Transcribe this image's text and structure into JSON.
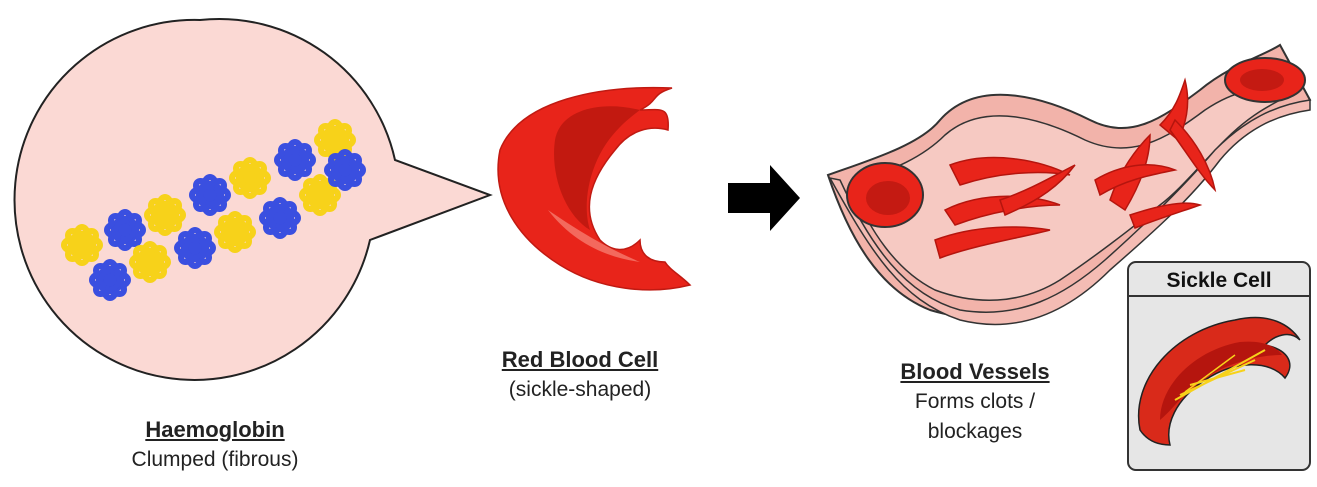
{
  "panels": {
    "haemoglobin": {
      "title": "Haemoglobin",
      "subtitle": "Clumped (fibrous)"
    },
    "red_blood_cell": {
      "title": "Red Blood Cell",
      "subtitle": "(sickle-shaped)"
    },
    "blood_vessels": {
      "title": "Blood Vessels",
      "subtitle_line1": "Forms clots /",
      "subtitle_line2": "blockages"
    }
  },
  "inset": {
    "title": "Sickle Cell"
  },
  "colors": {
    "cell_red": "#e8241a",
    "cell_dark": "#b5150e",
    "vessel_pink": "#f6c9c2",
    "vessel_wall": "#f2b3aa",
    "bubble_fill": "#fbd9d4",
    "hb_blue": "#3a4fe0",
    "hb_yellow": "#f7d21a"
  }
}
